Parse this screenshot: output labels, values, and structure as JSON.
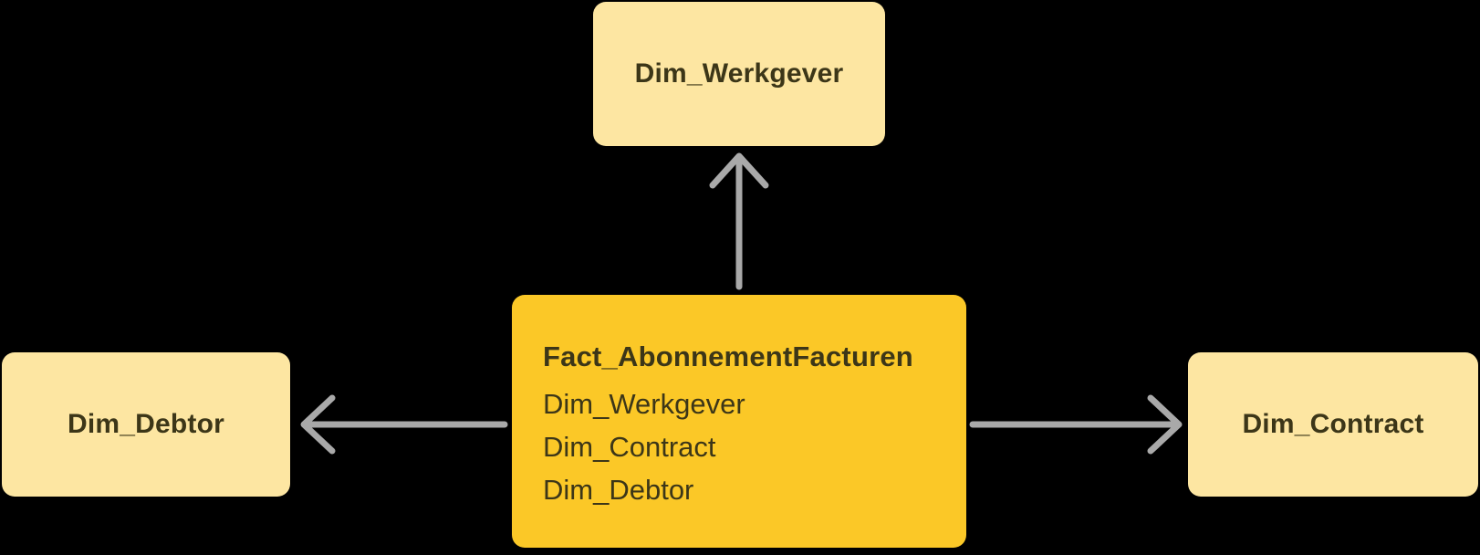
{
  "diagram": {
    "type": "star-schema",
    "background_color": "#000000",
    "arrow_color": "#A9A9A9",
    "nodes": {
      "fact": {
        "title": "Fact_AbonnementFacturen",
        "fields": [
          "Dim_Werkgever",
          "Dim_Contract",
          "Dim_Debtor"
        ],
        "fill_color": "#FBC827",
        "text_color": "#3C3618"
      },
      "dim_werkgever": {
        "label": "Dim_Werkgever",
        "fill_color": "#FDE6A2",
        "text_color": "#3C3618"
      },
      "dim_debtor": {
        "label": "Dim_Debtor",
        "fill_color": "#FDE6A2",
        "text_color": "#3C3618"
      },
      "dim_contract": {
        "label": "Dim_Contract",
        "fill_color": "#FDE6A2",
        "text_color": "#3C3618"
      }
    },
    "edges": [
      {
        "from": "fact",
        "to": "dim_werkgever",
        "direction": "up"
      },
      {
        "from": "fact",
        "to": "dim_debtor",
        "direction": "left"
      },
      {
        "from": "fact",
        "to": "dim_contract",
        "direction": "right"
      }
    ]
  }
}
